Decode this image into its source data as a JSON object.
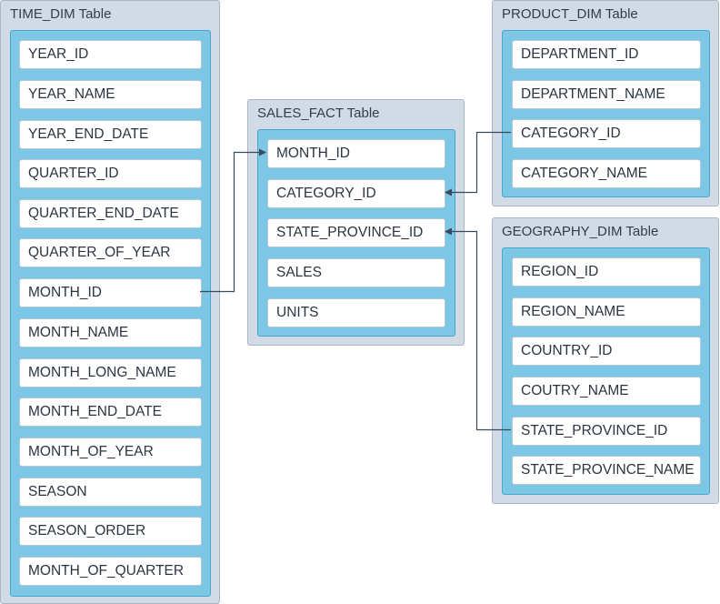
{
  "tables": {
    "time_dim": {
      "title": "TIME_DIM Table",
      "columns": [
        "YEAR_ID",
        "YEAR_NAME",
        "YEAR_END_DATE",
        "QUARTER_ID",
        "QUARTER_END_DATE",
        "QUARTER_OF_YEAR",
        "MONTH_ID",
        "MONTH_NAME",
        "MONTH_LONG_NAME",
        "MONTH_END_DATE",
        "MONTH_OF_YEAR",
        "SEASON",
        "SEASON_ORDER",
        "MONTH_OF_QUARTER"
      ]
    },
    "sales_fact": {
      "title": "SALES_FACT Table",
      "columns": [
        "MONTH_ID",
        "CATEGORY_ID",
        "STATE_PROVINCE_ID",
        "SALES",
        "UNITS"
      ]
    },
    "product_dim": {
      "title": "PRODUCT_DIM Table",
      "columns": [
        "DEPARTMENT_ID",
        "DEPARTMENT_NAME",
        "CATEGORY_ID",
        "CATEGORY_NAME"
      ]
    },
    "geography_dim": {
      "title": "GEOGRAPHY_DIM Table",
      "columns": [
        "REGION_ID",
        "REGION_NAME",
        "COUNTRY_ID",
        "COUTRY_NAME",
        "STATE_PROVINCE_ID",
        "STATE_PROVINCE_NAME"
      ]
    }
  },
  "links": [
    {
      "from": "TIME_DIM.MONTH_ID",
      "to": "SALES_FACT.MONTH_ID"
    },
    {
      "from": "PRODUCT_DIM.CATEGORY_ID",
      "to": "SALES_FACT.CATEGORY_ID"
    },
    {
      "from": "GEOGRAPHY_DIM.STATE_PROVINCE_ID",
      "to": "SALES_FACT.STATE_PROVINCE_ID"
    }
  ],
  "colors": {
    "table_bg": "#d2dbe5",
    "columns_bg": "#7cc6e6",
    "field_bg": "#ffffff",
    "connector": "#3b4a5a"
  }
}
